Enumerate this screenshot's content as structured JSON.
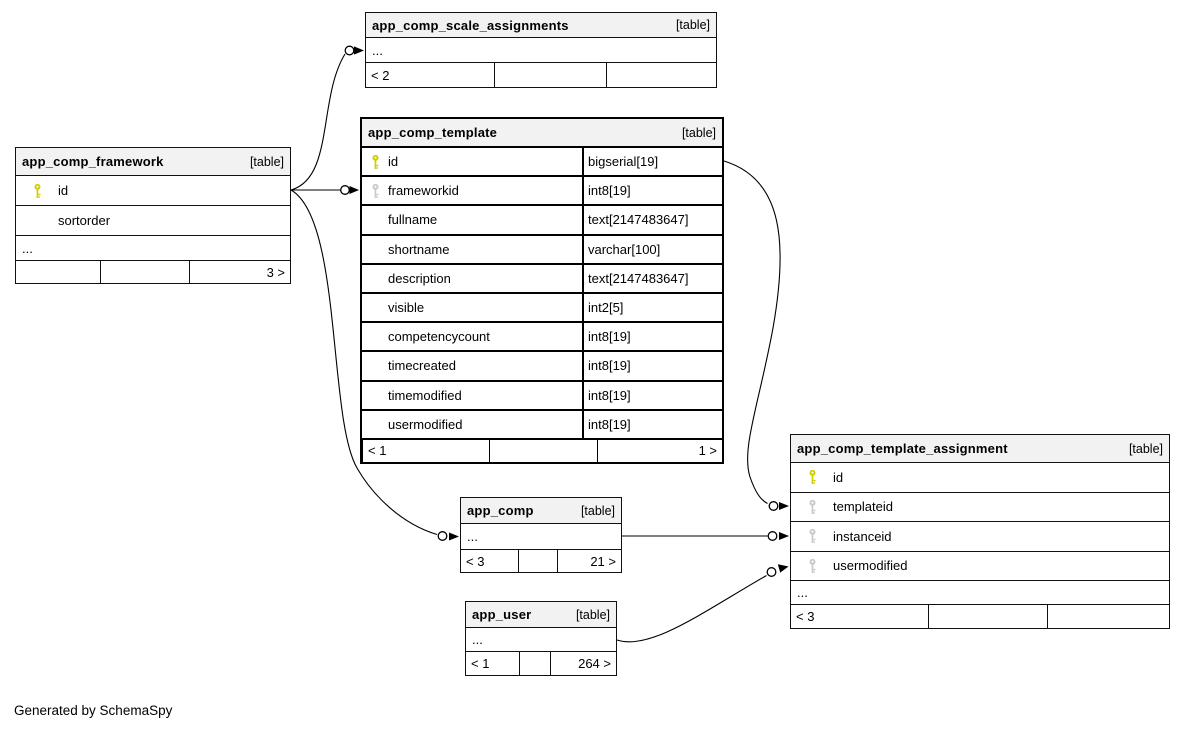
{
  "note": "Generated by SchemaSpy",
  "colors": {
    "header_bg": "#f2f2f2",
    "border": "#000000",
    "primary_key": "#cfcf00",
    "foreign_key": "#c9c9c9"
  },
  "icons": {
    "primary_key": "key-icon-yellow",
    "foreign_key": "key-icon-gray"
  },
  "tables": {
    "scale": {
      "title": "app_comp_scale_assignments",
      "tag": "[table]",
      "ellipsis": "...",
      "footer": {
        "left": "< 2",
        "mid": "",
        "right": ""
      }
    },
    "framework": {
      "title": "app_comp_framework",
      "tag": "[table]",
      "columns": [
        {
          "name": "id",
          "key": "primary"
        },
        {
          "name": "sortorder",
          "key": ""
        }
      ],
      "ellipsis": "...",
      "footer": {
        "left": "",
        "mid": "",
        "right": "3 >"
      }
    },
    "template": {
      "title": "app_comp_template",
      "tag": "[table]",
      "columns": [
        {
          "name": "id",
          "type": "bigserial[19]",
          "key": "primary"
        },
        {
          "name": "frameworkid",
          "type": "int8[19]",
          "key": "foreign"
        },
        {
          "name": "fullname",
          "type": "text[2147483647]",
          "key": ""
        },
        {
          "name": "shortname",
          "type": "varchar[100]",
          "key": ""
        },
        {
          "name": "description",
          "type": "text[2147483647]",
          "key": ""
        },
        {
          "name": "visible",
          "type": "int2[5]",
          "key": ""
        },
        {
          "name": "competencycount",
          "type": "int8[19]",
          "key": ""
        },
        {
          "name": "timecreated",
          "type": "int8[19]",
          "key": ""
        },
        {
          "name": "timemodified",
          "type": "int8[19]",
          "key": ""
        },
        {
          "name": "usermodified",
          "type": "int8[19]",
          "key": ""
        }
      ],
      "footer": {
        "left": "< 1",
        "mid": "",
        "right": "1 >"
      }
    },
    "assignment": {
      "title": "app_comp_template_assignment",
      "tag": "[table]",
      "columns": [
        {
          "name": "id",
          "key": "primary"
        },
        {
          "name": "templateid",
          "key": "foreign"
        },
        {
          "name": "instanceid",
          "key": "foreign"
        },
        {
          "name": "usermodified",
          "key": "foreign"
        }
      ],
      "ellipsis": "...",
      "footer": {
        "left": "< 3",
        "mid": "",
        "right": ""
      }
    },
    "comp": {
      "title": "app_comp",
      "tag": "[table]",
      "ellipsis": "...",
      "footer": {
        "left": "< 3",
        "mid": "",
        "right": "21 >"
      }
    },
    "user": {
      "title": "app_user",
      "tag": "[table]",
      "ellipsis": "...",
      "footer": {
        "left": "< 1",
        "mid": "",
        "right": "264 >"
      }
    }
  },
  "relationships": [
    {
      "from": "app_comp_framework.id",
      "to": "app_comp_scale_assignments"
    },
    {
      "from": "app_comp_framework.id",
      "to": "app_comp_template.frameworkid"
    },
    {
      "from": "app_comp_framework.id",
      "to": "app_comp"
    },
    {
      "from": "app_comp_template.id",
      "to": "app_comp_template_assignment.templateid"
    },
    {
      "from": "app_comp",
      "to": "app_comp_template_assignment.instanceid"
    },
    {
      "from": "app_user",
      "to": "app_comp_template_assignment.usermodified"
    }
  ]
}
